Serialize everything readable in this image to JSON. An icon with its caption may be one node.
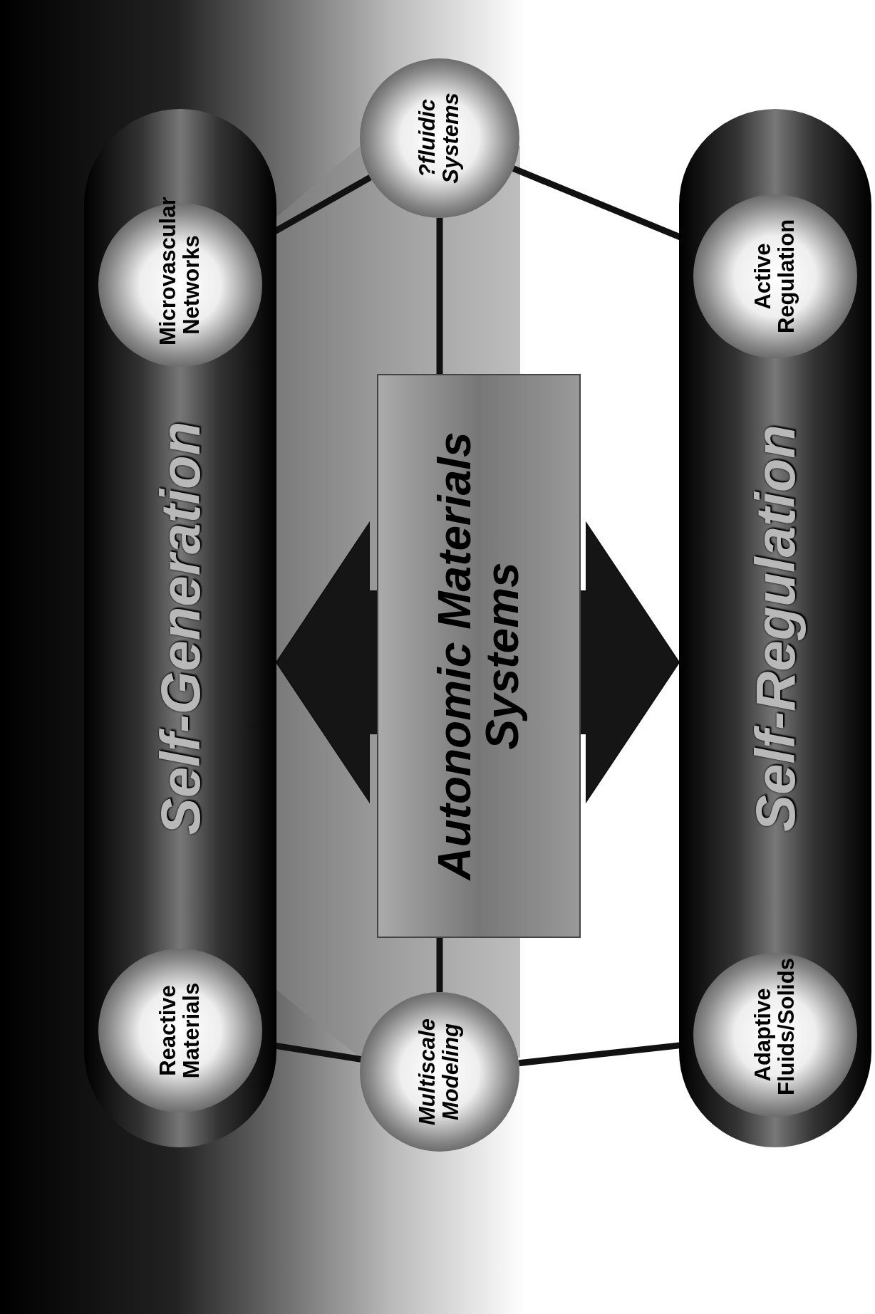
{
  "diagram": {
    "nodes": [
      {
        "text": [
          "Self-Generation"
        ]
      },
      {
        "text": [
          "Reactive Materials"
        ],
        "in": 0
      },
      {
        "text": [
          "Microvascular Networks"
        ],
        "in": 0
      },
      {
        "text": [
          "Multiscale Modeling"
        ]
      },
      {
        "text": [
          "Autonomic Materials Systems"
        ]
      },
      {
        "text": [
          "?fluidic Systems"
        ]
      },
      {
        "text": [
          "Self-Regulation"
        ]
      },
      {
        "text": [
          "Adaptive Fluids/Solids"
        ],
        "in": 6
      },
      {
        "text": [
          "Active Regulation"
        ],
        "in": 6
      }
    ],
    "edges": [
      {
        "from": 0,
        "to": 6,
        "arrow": "both",
        "style": "thick"
      },
      {
        "from": 3,
        "to": 1,
        "arrow": "none"
      },
      {
        "from": 3,
        "to": 7,
        "arrow": "none"
      },
      {
        "from": 5,
        "to": 2,
        "arrow": "none"
      },
      {
        "from": 5,
        "to": 8,
        "arrow": "none"
      },
      {
        "from": 3,
        "to": 4,
        "arrow": "none"
      },
      {
        "from": 5,
        "to": 4,
        "arrow": "none"
      }
    ]
  }
}
